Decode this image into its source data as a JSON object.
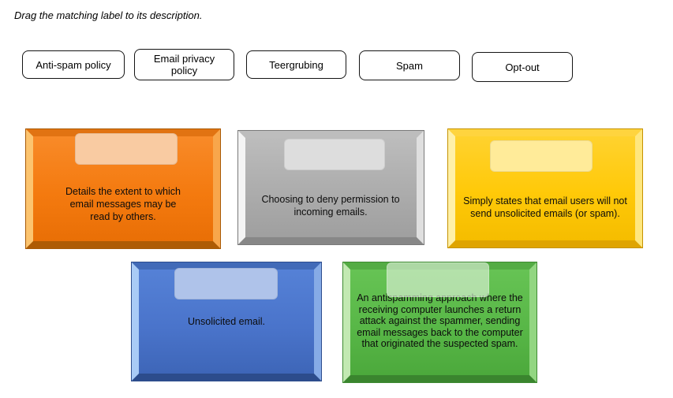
{
  "page": {
    "title": "Drag the matching label to its description."
  },
  "labels": [
    {
      "text": "Anti-spam policy"
    },
    {
      "text": "Email privacy policy"
    },
    {
      "text": "Teergrubing"
    },
    {
      "text": "Spam"
    },
    {
      "text": "Opt-out"
    }
  ],
  "cards": [
    {
      "color_name": "orange",
      "fill": "#F47A0F",
      "dropzone_fill": "#F9CBA2",
      "description": "Details the extent to which email messages may be read by others."
    },
    {
      "color_name": "gray",
      "fill": "#ACACAC",
      "dropzone_fill": "#DDDDDD",
      "description": "Choosing to deny permission to incoming emails."
    },
    {
      "color_name": "yellow",
      "fill": "#FFC908",
      "dropzone_fill": "#FFEB99",
      "description": "Simply states that email users will not send unsolicited emails (or spam)."
    },
    {
      "color_name": "blue",
      "fill": "#4A74CB",
      "dropzone_fill": "#AFC3EA",
      "description": "Unsolicited email."
    },
    {
      "color_name": "green",
      "fill": "#58B747",
      "dropzone_fill": "rgba(228,243,223,0.62)",
      "description": "An antispamming approach where the receiving computer launches a return attack against the spammer, sending email messages back to the computer that originated the suspected spam."
    }
  ]
}
